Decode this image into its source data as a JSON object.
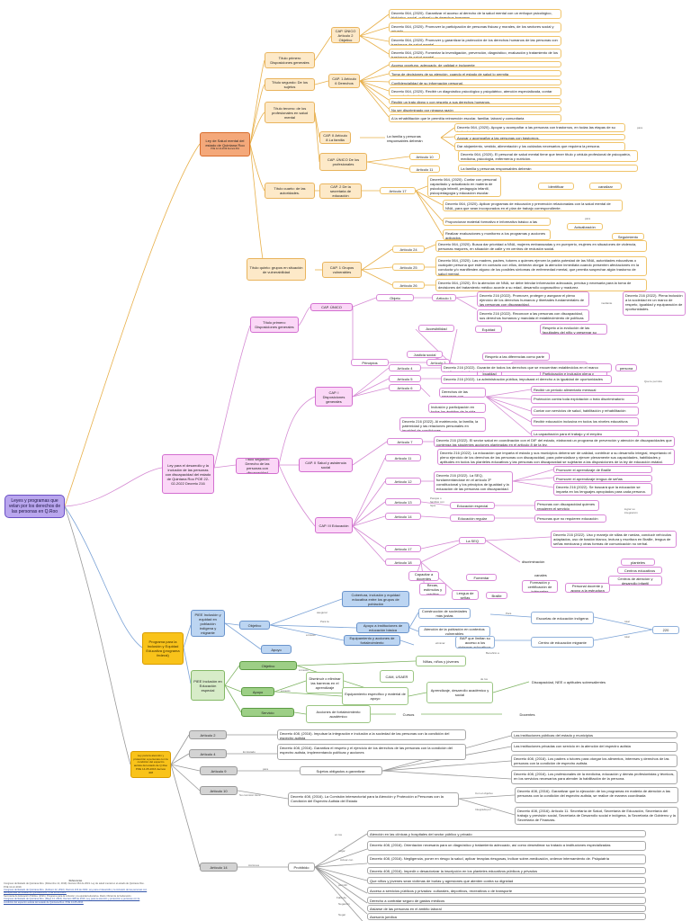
{
  "root": "Leyes y programas que velan por los derechos de las personas en Q.Roo",
  "salud": {
    "law": "Ley de Salud mental del estado de Quintana Roo",
    "law_note": "POE 12-12-2019 Decreto 064",
    "t1": "Título primero Disposiciones generales",
    "t2": "Título segundo: De los sujetos",
    "t3": "Título tercero: de los profesionales en salud mental",
    "t4": "Título cuarto: de las autoridades.",
    "t5": "Título quinto: grupos en situación de vulnerabilidad",
    "cap1": "CAP. ÚNICO Artículo 2 Objetivo",
    "cap2": "CAP. 1 Artículo 6 Derechos",
    "cap3": "CAP. II Artículo 8 La familia",
    "cap4": "CAP. ÚNICO De los profesionales",
    "cap5": "CAP. 2 De la secretaria de educación",
    "cap6": "CAP. 1 Grupos vulnerables",
    "obj": [
      "Decreto 064, (2020). Garantizar el acceso al derecho de la salud mental con un enfoque psicológico, biológico, social, cultural y de derechos humanos.",
      "Decreto 064, (2020). Promover la participación de personas físicas y morales, de los sectores social y privado.",
      "Decreto 064, (2020). Promover y garantizar la protección de los derechos humanos de las personas con trastornos de salud mental.",
      "Decreto 064, (2020). Fomentar la investigación, prevención, diagnóstico, evaluación y tratamiento de los trastornos de salud mental."
    ],
    "der": [
      "Acceso oportuno, adecuado, de calidad e incluyente",
      "Toma de decisiones de su atención, cuando el estado de salud lo permita",
      "Confidencialidad de su información personal.",
      "Decreto 064, (2020). Recibir un diagnóstico psicológico y psiquiátrico, atención especializada, contar con un tratamiento",
      "Recibir un trato digno y con respeto a sus derechos humanos.",
      "No ser discriminado por ninguna razón",
      "A la rehabilitación que le permitía reinserción escolar, familiar, laboral y comunitaria"
    ],
    "fam_label": "La familia y personas responsables deberán",
    "fam": [
      "Decreto 064, (2020). Apoyar y acompañar a las personas con trastornos, en todas las etapas de su tratamiento.",
      "Apoyar y acompañar a las personas con trastornos.",
      "Dar alojamiento, vestido, alimentación y los cuidados necesarios que requiera la persona."
    ],
    "fam_side": "para",
    "a10": "Artículo 10",
    "a11": "Artículo 11",
    "a10t": "Decreto 064, (2020). El personal de salud mental tiene que tener título y cédula profesional de psicopatría, medicina, psicología, enfermería y nutrición.",
    "a11t": "La familia y personas responsables deberán",
    "a17": "Artículo 17",
    "a17t": [
      "Decreto 064, (2020). Contar con personal capacitado y actualizado en materia de psicología infantil, pedagogía infantil, psicopedagogía y educación escolar.",
      "Decreto 064, (2020). Aplicar programas de educación y prevención relacionadas con la salud mental de NNA, para que sean incorporados en el plan de trabajo correspondiente.",
      "Proporcionar material formativo e informativo básico a las familias.",
      "Realizar evaluaciones y monitoreo a los programas y acciones aplicados."
    ],
    "identificar": "Identificar",
    "canalizar": "canalizar",
    "actualizacion": "Actualización",
    "seguimiento": "Seguimiento",
    "para": "para",
    "a24": "Artículo 24",
    "a25": "Artículo 25",
    "a26": "Artículo 26",
    "a24t": "Decreto 064, (2020). Busca dar prioridad a NNA, mujeres embarazadas y en puerperio, mujeres en situaciones de violencia, personas mayores, en situación de calle y en centros de reclusión social.",
    "a25t": "Decreto 064, (2020). Las madres, padres, tutores o quienes ejercen la patria potestad de las NNA, autoridades educativas o cualquier persona que esté en contacto con ellos, deberán otorgar la atención inmediata cuando presenten afectaciones en la conducta y/o manifiesten alguno de los posibles síntomas de enfermedad mental, que permita sospechar algún trastorno de salud mental.",
    "a26t": "Decreto 064, (2020). En la atención de NNA, se debe brindar información adecuada, precisa y necesaria para la toma de decisiones del tratamiento médico acorde a su edad, desarrollo cognoscitivo y madurez."
  },
  "disc": {
    "law": "Ley para el desarrollo y la inclusión de las personas con discapacidad del estado de Quintana Roo POE 22-02-2022 Decreto 216",
    "t1": "Título primero: Disposiciones generales",
    "t2": "Título segundo: Derecho de las personas con discapacidad",
    "capu": "CAP. ÚNICO",
    "objeto": "Objeto",
    "principios": "Principios",
    "a1": "Artículo 1",
    "a2": "Artículo 2",
    "a1t": [
      "Decreto 216 (2022). Promover, proteger y asegurar el pleno ejercicio de los derechos humanos y libertades fundamentales de las personas con discapacidad.",
      "Decreto 216 (2022). Reconoce a las personas con discapacidad, sus derechos humanos y mandata el establecimiento de políticas públicas transversales."
    ],
    "a1side": "Decreto 216 (2022). Plena inclusión a la sociedad en un marco de respeto, igualdad y equiparación de oportunidades.",
    "mediante": "mediante",
    "prin": [
      "Accesibilidad",
      "Equidad",
      "Igualdad",
      "Justicia social"
    ],
    "prin_t": [
      "Respeto a la evolución de las facultades del niño y preservar su identidad",
      "No discriminación",
      "Participación e inclusión plena y efectiva en la sociedad",
      "Respeto a las diferencias como parte de la diversidad"
    ],
    "cap1": "CAP. I Disposiciones generales",
    "cap2": "CAP. II Salud y asistencia social",
    "cap3": "CAP. III Educación",
    "a4": "Artículo 4",
    "a5": "Artículo 5",
    "a6": "Artículo 6",
    "a4t": "Decreto 216 (2022). Gozarán de todos los derechos que se encuentran establecidos en el marco jurídico nacional y estatal.",
    "persona": "persona",
    "a5t": "Decreto 216 (2022). La administración pública, impulsará el derecho a la igualdad de oportunidades",
    "a6list": [
      "Derechos de las personas con discapacidad",
      "Inclusión y participación en todos los ámbitos de la vida",
      "Decreto 216 (2022). Al matrimonio, la familia, la paternidad y las relaciones personales en igualdad de condiciones"
    ],
    "a6r": [
      "Recibir un periodo alimentario mensual",
      "Protección contra toda explotación o trato discriminatorio",
      "Contar con servicios de salud, habilitación y rehabilitación",
      "Recibir educación inclusiva en todos los niveles educativos",
      "La capacitación para el trabajo y el empleo"
    ],
    "que_permita": "Que le permita",
    "a7": "Artículo 7",
    "a7t": "Decreto 216 (2022). El sector salud en coordinación con el DIF del estado, elaborará un programa de prevención y atención de discapacidades que contenga las siguientes acciones planteadas en el artículo 8 de la ley.",
    "a11": "Artículo 11",
    "a11t": "Decreto 216 (2022). La educación que imparta el estado y sus municipios deberá ser de calidad, contribuir a su desarrollo integral, respetando el pleno ejercicio de los derechos de las personas con discapacidad, para potencializar y ejercer plenamente sus capacidades, habilidades y aptitudes en todos los planteles educativos y las personas con discapacidad se sujetarán a las disposiciones de la ley de educación estatal.",
    "a12": "Artículo 12",
    "a12t": "Decreto 216 (2022). La SEQ, fundamentándose en el artículo 3º constitucional y los principios de igualdad y la educación de las personas con discapacidad.",
    "a12r": [
      "Promover el aprendizaje de Braille",
      "Promover el aprendizaje lengua de señas",
      "Decreto 216 (2022). Se buscará que la educación se imparta en los lenguajes apropiados para cada persona."
    ],
    "a13": "Artículo 13",
    "a14": "Artículo 14",
    "a17": "Artículo 17",
    "a18": "Artículo 18",
    "esp": "Educación especial",
    "reg": "Educación regular",
    "pareja": "Parejas o familias con hijos",
    "esp_t": "Personas con discapacidad quienes requieren el servicio",
    "reg_t": "Personas que no requieren educación especial",
    "lograr": "lograr su integración",
    "seq": "La SEQ",
    "a17r": "Decreto 216 (2022). Uso y manejo de sillas de ruedas, conducir vehículos adaptados, uso de bastón blanco, lectura y escritura en Braille, lengua de señas mexicana y otras formas de comunicación no verbal.",
    "discriminacion": "discriminación",
    "planteles": "planteles",
    "centros_edu": "Centros educativos",
    "centros_aten": "Centros de atención y desarrollo infantil",
    "fomentar": "Fomentar",
    "capacitar": "Capacitar a docentes",
    "becas": "Becas, estímulos y créditos",
    "senas": "Lengua de señas",
    "braille": "Braille",
    "formacion": "Formación y certificación de intérpretes",
    "personal_doc": "Personal docente y apoyo a la estructura",
    "canales": "canales"
  },
  "pie": {
    "law": "Programa para la Inclusión y Equidad Educativa (programa federal)",
    "p1": "PIEE Inclusión y equidad en población indígena y migrante",
    "p2": "PIEE Inclusión en Educación especial",
    "objetivo": "Objetivo",
    "apoyo": "Apoyo",
    "servicio": "Servicio",
    "b": [
      "Cobertura, inclusión y equidad educativa entre los grupos de población",
      "Apoyo a instituciones de educación básica",
      "Equipamiento y acciones de fortalecimiento",
      "Construcción de sociedades más justas",
      "Atención de la población en contextos vulnerables",
      "Escuelas de educación indígena",
      "BAP que limitan su acceso a los sistemas educativos.",
      "Centro de educación migrante",
      "220"
    ],
    "g": [
      "Niñas, niños y jóvenes",
      "CAM, USAER",
      "Disminuir o eliminar las barreras en el aprendizaje",
      "Equipamiento específico y material de apoyo",
      "Aprendizaje, desarrollo académico y social",
      "Discapacidad, NEE o aptitudes sobresalientes",
      "Acciones de fortalecimiento académico",
      "Cursos",
      "Docentes"
    ],
    "lbl": [
      "asegurar",
      "Para la",
      "a través",
      "Para",
      "total",
      "total",
      "de los",
      "a través",
      "a través",
      "eliminar",
      "Beneficio a"
    ]
  },
  "autismo": {
    "law": "Ley para la atención y protección a personas con la condición del espectro autista del estado de Q.Roo POE 14-05-2016 decreto 408",
    "a2": "Artículo 2",
    "a4": "Artículo 4",
    "a9": "Artículo 9",
    "a10": "Artículo 10",
    "a14": "Artículo 14",
    "a2t": "Decreto 408, (2016). Impulsar la integración e inclusión a la sociedad de las personas con la condición del espectro autista",
    "a4t": "Decreto 408, (2016). Garantiza el respeto y el ejercicio de los derechos de las personas con la condición del espectro autista, implementando políticas y acciones",
    "a9t": "Sujetos obligados a garantizar:",
    "a10t": "Decreto 408, (2016). La Comisión intersectorial para la Atención y Protección a Personas con la Condición del Espectro Autista del Estado",
    "obligados": [
      "Las instituciones públicas del estado y municipios",
      "Las instituciones privadas con servicio en la atención del espectro autista",
      "Decreto 408, (2016). Los padres o tutores para otorgar los alimentos, intereses y derechos de las personas con la condición de espectro autista.",
      "Decreto 408, (2016). Los profesionales de la medicina, educación y demás profesionistas y técnicos, en los servicios necesarios para atender la habilitación de la persona."
    ],
    "comision": [
      "Decreto 408, (2016). Garantizar que la ejecución de los programas en materia de atención a las personas con la condición del espectro autista, se realice de manera coordinada",
      "Decreto 408, (2016). Artículo 11. Secretaría de Salud, Secretaría de Educación, Secretaría del trabajo y previsión social, Secretaría de Desarrollo social e indígena, la Secretaría de Gobierno y la Secretaría de Finanzas."
    ],
    "prohibido": "Prohibido",
    "prohib": [
      "Atención en las clínicas y hospitales del sector público y privado",
      "Decreto 408, (2016). Orientación necesaria para un diagnóstico y tratamiento adecuado, así como desestimar su tratado a instituciones especializadas",
      "Decreto 408, (2016). Negligencia, poner en riesgo la salud, aplicar terapias riesgosas, indicar sobre-medicación, ordenar internamiento de. Psiquiatría",
      "Decreto 408, (2016). Impedir o desautorizar la inscripción en los planteles educativos públicos y privados",
      "Que niños y jóvenes sean víctimas de burlas y agresiones que atenten contra su dignidad",
      "Acceso a servicios públicos y privados: culturales, deportivos, recreativos o de transporte",
      "Derecho a contratar seguro de gastos médicos",
      "Aislarse de las personas en el ámbito laboral",
      "Asesoría jurídica"
    ],
    "lbl": [
      "En Estado",
      "para",
      "Su comisión tiene",
      "Con el objetivo",
      "Integrada por",
      "Acciones",
      "en los",
      "negar",
      "Actuar con",
      "permitir",
      "Falta de",
      "Negación",
      "Negar"
    ]
  },
  "refs": {
    "title": "Referencias",
    "lines": [
      "Congreso del Estado de Quintana Roo. (Diciembre 12, 2019). Decreto 064 de 2019. Ley de salud mental en el estado de Quintana Roo. POE 12-12-2019.",
      "Congreso del Estado de Quintana Roo. (Febrero 22, 2022). Decreto 216 de 2022. Ley para el desarrollo y la inclusión de las personas con discapacidad del estado de Quintana Roo. POE 22-02-2022.",
      "Secretaría de Educación Pública. (2021). Programa para la inclusión y la equidad educativa. Diario Oficial de la Federación.",
      "Congreso del Estado de Quintana Roo. (Mayo 14, 2016). Decreto 408 de 2016. Ley para la atención y protección a personas con la condición del espectro autista del estado de Quintana Roo. POE 14-05-2016."
    ]
  }
}
